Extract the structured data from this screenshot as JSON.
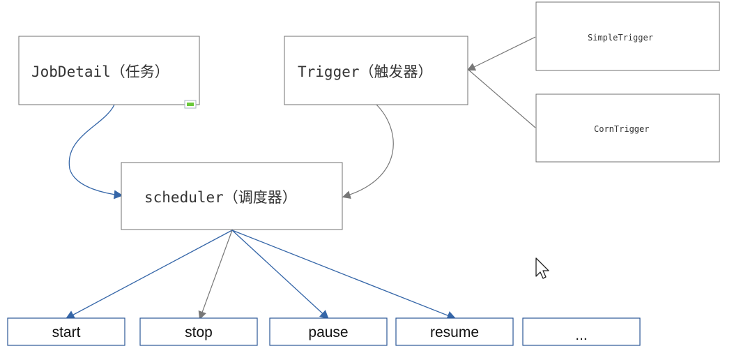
{
  "nodes": {
    "job_detail": "JobDetail（任务）",
    "trigger": "Trigger（触发器）",
    "simple_trigger": "SimpleTrigger",
    "corn_trigger": "CornTrigger",
    "scheduler": "scheduler（调度器）"
  },
  "actions": [
    "start",
    "stop",
    "pause",
    "resume",
    "..."
  ],
  "colors": {
    "blue_connector": "#3566a8",
    "gray_connector": "#777777",
    "box_border": "#707070",
    "handle_green": "#6ac93c"
  },
  "icons": {
    "cursor": "mouse-pointer-icon",
    "resize_handle": "resize-handle-icon"
  }
}
